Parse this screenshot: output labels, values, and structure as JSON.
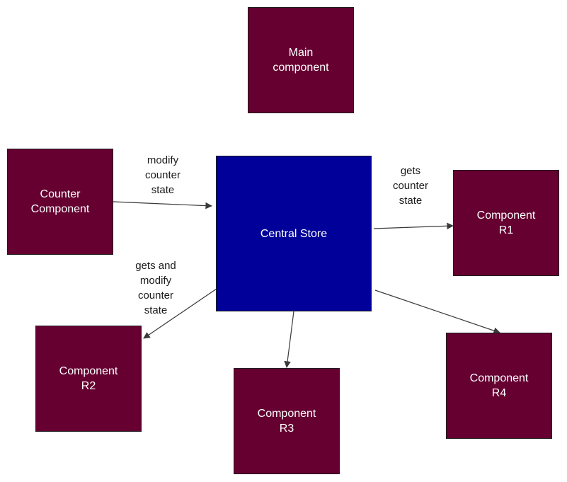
{
  "colors": {
    "component_fill": "#650031",
    "store_fill": "#010099",
    "edge": "#3a3a3a"
  },
  "nodes": {
    "main": {
      "label": "Main\ncomponent"
    },
    "counter": {
      "label": "Counter\nComponent"
    },
    "store": {
      "label": "Central Store"
    },
    "r1": {
      "label": "Component\nR1"
    },
    "r2": {
      "label": "Component\nR2"
    },
    "r3": {
      "label": "Component\nR3"
    },
    "r4": {
      "label": "Component\nR4"
    }
  },
  "edges": {
    "counter_to_store": {
      "label": "modify\ncounter\nstate"
    },
    "store_to_r1": {
      "label": "gets\ncounter\nstate"
    },
    "store_to_r2": {
      "label": "gets and\nmodify\ncounter\nstate"
    }
  }
}
